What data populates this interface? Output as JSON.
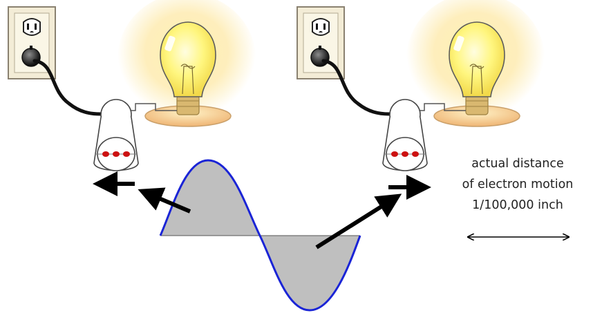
{
  "caption": {
    "line1": "actual distance",
    "line2": "of electron motion",
    "line3": "1/100,000 inch"
  },
  "colors": {
    "wave_stroke": "#1a24d6",
    "wave_fill": "#bfbfbf",
    "bulb_glass": "#fff79a",
    "bulb_glow": "#fbe89a",
    "outlet_plate": "#f3ecd6",
    "electron": "#cc1111",
    "arrow": "#000000"
  },
  "icons": [
    "wall-outlet-icon",
    "light-bulb-icon",
    "plug-icon",
    "electron-icon",
    "double-headed-arrow-icon"
  ]
}
